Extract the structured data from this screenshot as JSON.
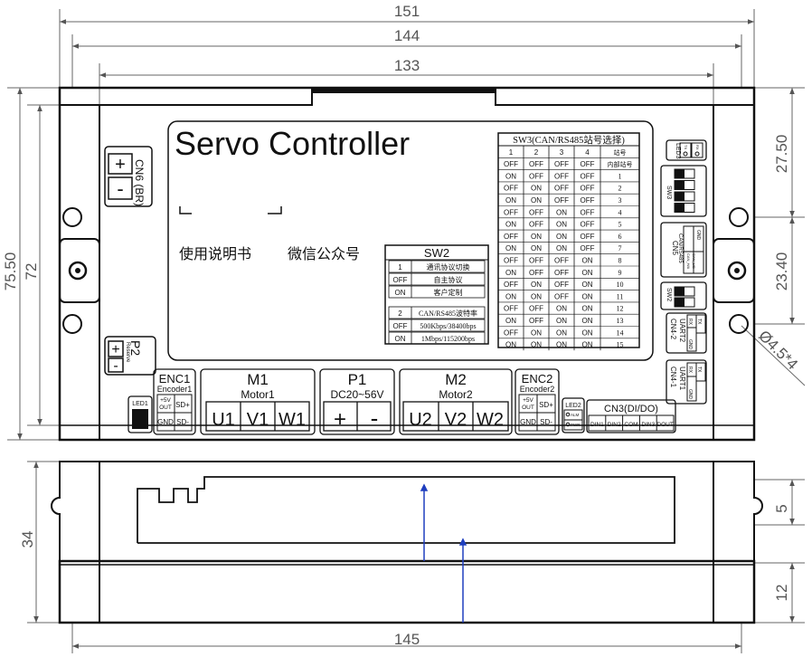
{
  "dims": {
    "w151": "151",
    "w144": "144",
    "w133": "133",
    "h75": "75.50",
    "h72": "72",
    "r27": "27.50",
    "r23": "23.40",
    "hole": "Ø4.5*4",
    "h34": "34",
    "r5": "5",
    "r12": "12",
    "w145": "145"
  },
  "panel": {
    "title": "Servo Controller",
    "manual_text": "使用说明书",
    "wechat_text": "微信公众号"
  },
  "cn6": {
    "label": "CN6 (BR)",
    "plus": "+",
    "minus": "-"
  },
  "p2": {
    "label": "P2",
    "sub": "Reserve",
    "plus": "+",
    "minus": "-"
  },
  "sw2_table": {
    "title": "SW2",
    "rows": [
      [
        "1",
        "通讯协议切换"
      ],
      [
        "OFF",
        "自主协议"
      ],
      [
        "ON",
        "客户定制"
      ],
      [
        "2",
        "CAN/RS485波特率"
      ],
      [
        "OFF",
        "500Kbps/38400bps"
      ],
      [
        "ON",
        "1Mbps/115200bps"
      ]
    ]
  },
  "sw3_table": {
    "title": "SW3(CAN/RS485站号选择)",
    "header": [
      "1",
      "2",
      "3",
      "4",
      "站号"
    ],
    "rows": [
      [
        "OFF",
        "OFF",
        "OFF",
        "OFF",
        "内部站号"
      ],
      [
        "ON",
        "OFF",
        "OFF",
        "OFF",
        "1"
      ],
      [
        "OFF",
        "ON",
        "OFF",
        "OFF",
        "2"
      ],
      [
        "ON",
        "ON",
        "OFF",
        "OFF",
        "3"
      ],
      [
        "OFF",
        "OFF",
        "ON",
        "OFF",
        "4"
      ],
      [
        "ON",
        "OFF",
        "ON",
        "OFF",
        "5"
      ],
      [
        "OFF",
        "ON",
        "ON",
        "OFF",
        "6"
      ],
      [
        "ON",
        "ON",
        "ON",
        "OFF",
        "7"
      ],
      [
        "OFF",
        "OFF",
        "OFF",
        "ON",
        "8"
      ],
      [
        "ON",
        "OFF",
        "OFF",
        "ON",
        "9"
      ],
      [
        "OFF",
        "ON",
        "OFF",
        "ON",
        "10"
      ],
      [
        "ON",
        "ON",
        "OFF",
        "ON",
        "11"
      ],
      [
        "OFF",
        "OFF",
        "ON",
        "ON",
        "12"
      ],
      [
        "ON",
        "OFF",
        "ON",
        "ON",
        "13"
      ],
      [
        "OFF",
        "ON",
        "ON",
        "ON",
        "14"
      ],
      [
        "ON",
        "ON",
        "ON",
        "ON",
        "15"
      ]
    ]
  },
  "right_side": {
    "led3": "LED3",
    "led3_pins": [
      "TX",
      "RX"
    ],
    "sw3": "SW3",
    "cn5": "CN5",
    "cn5_sub": "CAN/RS485",
    "cn5_pins": [
      "CAN_H/A",
      "CAN_L/B",
      "GND"
    ],
    "sw2": "SW2",
    "cn4_2": "CN4-2",
    "uart2": "UART2",
    "cn4_1": "CN4-1",
    "uart1": "UART1",
    "uart_pins": [
      "GND",
      "RX",
      "TX"
    ]
  },
  "bottom": {
    "led1": "LED1",
    "enc1": {
      "title": "ENC1",
      "sub": "Encoder1",
      "pins": [
        "+5V OUT",
        "SD+",
        "GND",
        "SD-"
      ]
    },
    "m1": {
      "title": "M1",
      "sub": "Motor1",
      "pins": [
        "U1",
        "V1",
        "W1"
      ]
    },
    "p1": {
      "title": "P1",
      "sub": "DC20~56V",
      "pins": [
        "+",
        "-"
      ]
    },
    "m2": {
      "title": "M2",
      "sub": "Motor2",
      "pins": [
        "U2",
        "V2",
        "W2"
      ]
    },
    "enc2": {
      "title": "ENC2",
      "sub": "Encoder2",
      "pins": [
        "+5V OUT",
        "SD+",
        "GND",
        "SD-"
      ]
    },
    "led2": {
      "title": "LED2",
      "pins": [
        "ALM",
        "PWR"
      ]
    },
    "cn3": {
      "title": "CN3(DI/DO)",
      "pins": [
        "DIN1",
        "DIN2",
        "COM",
        "DIN3",
        "DOUT"
      ]
    }
  }
}
